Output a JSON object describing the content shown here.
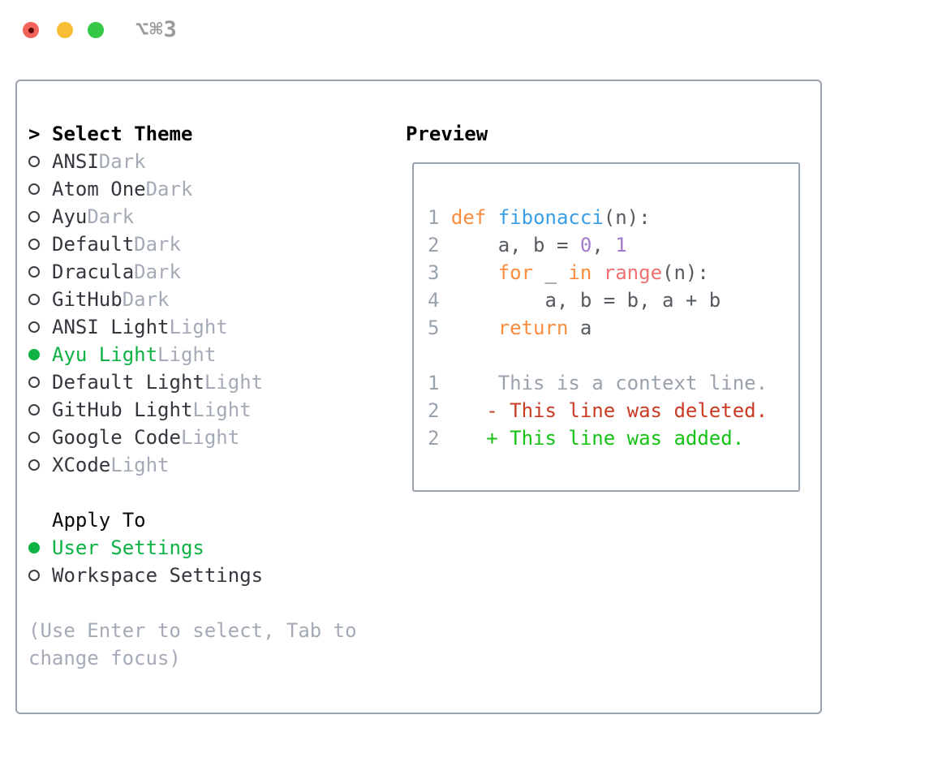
{
  "titlebar": {
    "shortcut": "⌥⌘3",
    "traffic_lights": [
      "close",
      "minimize",
      "zoom"
    ]
  },
  "theme_picker": {
    "header_prefix": ">",
    "header": "Select Theme",
    "items": [
      {
        "name": "ANSI",
        "variant": "Dark",
        "selected": false
      },
      {
        "name": "Atom One",
        "variant": "Dark",
        "selected": false
      },
      {
        "name": "Ayu",
        "variant": "Dark",
        "selected": false
      },
      {
        "name": "Default",
        "variant": "Dark",
        "selected": false
      },
      {
        "name": "Dracula",
        "variant": "Dark",
        "selected": false
      },
      {
        "name": "GitHub",
        "variant": "Dark",
        "selected": false
      },
      {
        "name": "ANSI Light",
        "variant": "Light",
        "selected": false
      },
      {
        "name": "Ayu Light",
        "variant": "Light",
        "selected": true
      },
      {
        "name": "Default Light",
        "variant": "Light",
        "selected": false
      },
      {
        "name": "GitHub Light",
        "variant": "Light",
        "selected": false
      },
      {
        "name": "Google Code",
        "variant": "Light",
        "selected": false
      },
      {
        "name": "XCode",
        "variant": "Light",
        "selected": false
      }
    ]
  },
  "apply_to": {
    "header": "Apply To",
    "options": [
      {
        "label": "User Settings",
        "selected": true
      },
      {
        "label": "Workspace Settings",
        "selected": false
      }
    ]
  },
  "hint": {
    "line1": "(Use Enter to select, Tab to",
    "line2": "change focus)"
  },
  "preview": {
    "title": "Preview",
    "lines": [
      {
        "num": "1",
        "segments": [
          {
            "t": "def",
            "c": "kw"
          },
          {
            "t": " ",
            "c": "fg"
          },
          {
            "t": "fibonacci",
            "c": "fn"
          },
          {
            "t": "(n):",
            "c": "fg"
          }
        ]
      },
      {
        "num": "2",
        "segments": [
          {
            "t": "    a, b = ",
            "c": "fg"
          },
          {
            "t": "0",
            "c": "num"
          },
          {
            "t": ", ",
            "c": "fg"
          },
          {
            "t": "1",
            "c": "num"
          }
        ]
      },
      {
        "num": "3",
        "segments": [
          {
            "t": "    ",
            "c": "fg"
          },
          {
            "t": "for",
            "c": "kw"
          },
          {
            "t": " _ ",
            "c": "fg"
          },
          {
            "t": "in",
            "c": "kw"
          },
          {
            "t": " ",
            "c": "fg"
          },
          {
            "t": "range",
            "c": "call"
          },
          {
            "t": "(n):",
            "c": "fg"
          }
        ]
      },
      {
        "num": "4",
        "segments": [
          {
            "t": "        a, b = b, a + b",
            "c": "fg"
          }
        ]
      },
      {
        "num": "5",
        "segments": [
          {
            "t": "    ",
            "c": "fg"
          },
          {
            "t": "return",
            "c": "kw"
          },
          {
            "t": " a",
            "c": "fg"
          }
        ]
      },
      {
        "num": "",
        "segments": []
      },
      {
        "num": "1",
        "segments": [
          {
            "t": "    This is a context line.",
            "c": "ctx"
          }
        ]
      },
      {
        "num": "2",
        "segments": [
          {
            "t": "   - This line was deleted.",
            "c": "del"
          }
        ]
      },
      {
        "num": "2",
        "segments": [
          {
            "t": "   + This line was added.",
            "c": "add"
          }
        ]
      }
    ]
  },
  "colors": {
    "accent_green": "#0db243",
    "panel_border": "#99a2ad",
    "keyword_orange": "#fa8d3e",
    "function_blue": "#399ee6",
    "number_purple": "#a37acc",
    "builtin_coral": "#f07171",
    "diff_deleted_red": "#c93b22",
    "diff_added_green": "#15c316",
    "muted_gray": "#a4abb6",
    "line_number_gray": "#9aa2ac",
    "traffic_red": "#f4635a",
    "traffic_yellow": "#f7bd35",
    "traffic_green": "#34c748"
  }
}
